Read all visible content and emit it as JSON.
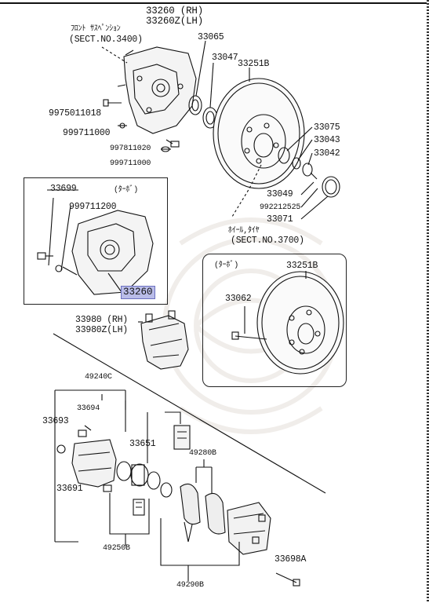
{
  "top_header": {
    "part_rh": "33260 (RH)",
    "part_lh": "33260Z(LH)"
  },
  "front_suspension": {
    "jp": "ﾌﾛﾝﾄ ｻｽﾍﾟﾝｼｮﾝ",
    "sect": "(SECT.NO.3400)"
  },
  "wheel_tire": {
    "jp": "ﾎｲｰﾙ,ﾀｲﾔ",
    "sect": "(SECT.NO.3700)"
  },
  "labels": {
    "p33065": "33065",
    "p33047": "33047",
    "p33251b_top": "33251B",
    "p9975011018": "9975011018",
    "p999711000_a": "999711000",
    "p997811020": "997811020",
    "p999711000_b": "999711000",
    "p33075": "33075",
    "p33043": "33043",
    "p33042": "33042",
    "p33049": "33049",
    "p992212525": "992212525",
    "p33071": "33071",
    "p33699": "33699",
    "turbo_a": "(ﾀｰﾎﾞ)",
    "p999711200": "999711200",
    "p33260_hl": "33260",
    "turbo_b": "(ﾀｰﾎﾞ)",
    "p33251b_box": "33251B",
    "p33062": "33062",
    "p33980_rh": "33980 (RH)",
    "p33980_lh": "33980Z(LH)",
    "p49240c": "49240C",
    "p33694": "33694",
    "p33693": "33693",
    "p33651": "33651",
    "p49280b": "49280B",
    "p33691": "33691",
    "p49250b": "49250B",
    "p33698a": "33698A",
    "p49290b": "49290B"
  },
  "colors": {
    "highlight_fill": "#b9bce8",
    "highlight_border": "#6b70c0",
    "ink": "#111111"
  }
}
